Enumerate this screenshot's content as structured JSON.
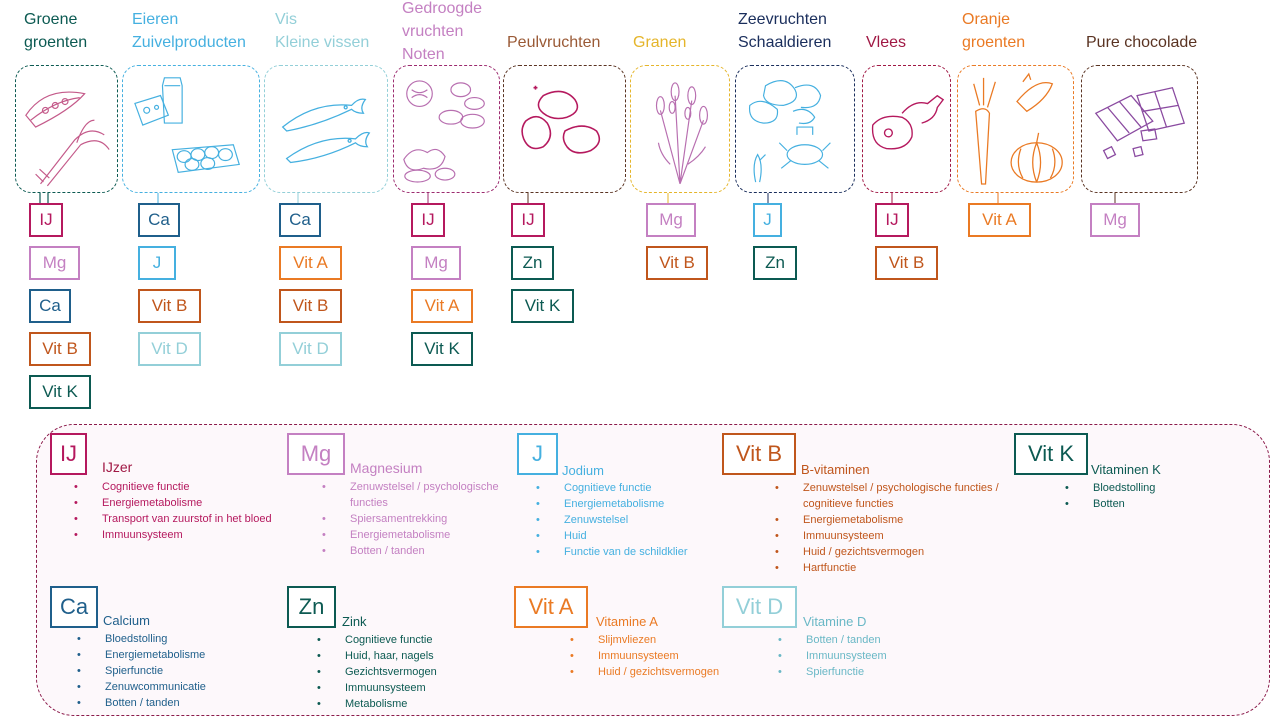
{
  "colors": {
    "IJ": "#b5195e",
    "Mg": "#c480c2",
    "Ca": "#1f5f8b",
    "VitB": "#c0561c",
    "VitK": "#0c5a52",
    "J": "#45b0e0",
    "VitD": "#93cfd8",
    "VitA": "#ea7a24",
    "Zn": "#0c5a52"
  },
  "categories": [
    {
      "id": "groene-groenten",
      "title_lines": [
        "Groene",
        "groenten"
      ],
      "color": "#0c5a52",
      "illustration": "leek-and-pea-pod-sketch",
      "badges": [
        "IJ",
        "Mg",
        "Ca",
        "Vit B",
        "Vit K"
      ]
    },
    {
      "id": "eieren-zuivel",
      "title_lines": [
        "Eieren",
        "Zuivelproducten"
      ],
      "color": "#45b0e0",
      "illustration": "eggs-cheese-milk-sketch",
      "badges": [
        "Ca",
        "J",
        "Vit B",
        "Vit D"
      ]
    },
    {
      "id": "vis",
      "title_lines": [
        "Vis",
        "Kleine vissen"
      ],
      "color": "#93cfd8",
      "illustration": "small-fish-sketch",
      "badges": [
        "Ca",
        "Vit A",
        "Vit B",
        "Vit D"
      ]
    },
    {
      "id": "gedroogde-vruchten",
      "title_lines": [
        "Gedroogde",
        "vruchten",
        "Noten"
      ],
      "color": "#c480c2",
      "illustration": "nuts-sketch",
      "badges": [
        "IJ",
        "Mg",
        "Vit A",
        "Vit K"
      ]
    },
    {
      "id": "peulvruchten",
      "title_lines": [
        "Peulvruchten"
      ],
      "color": "#9a5a36",
      "illustration": "beans-sketch",
      "badges": [
        "IJ",
        "Zn",
        "Vit K"
      ]
    },
    {
      "id": "granen",
      "title_lines": [
        "Granen"
      ],
      "color": "#e5b52a",
      "illustration": "wheat-sketch",
      "badges": [
        "Mg",
        "Vit B"
      ]
    },
    {
      "id": "zeevruchten",
      "title_lines": [
        "Zeevruchten",
        "Schaaldieren"
      ],
      "color": "#1a2e5c",
      "illustration": "oysters-crab-sketch",
      "badges": [
        "J",
        "Zn"
      ]
    },
    {
      "id": "vlees",
      "title_lines": [
        "Vlees"
      ],
      "color": "#a01844",
      "illustration": "meat-sketch",
      "badges": [
        "IJ",
        "Vit B"
      ]
    },
    {
      "id": "oranje-groenten",
      "title_lines": [
        "Oranje",
        "groenten"
      ],
      "color": "#ea7a24",
      "illustration": "carrot-pumpkin-sketch",
      "badges": [
        "Vit A"
      ]
    },
    {
      "id": "pure-chocolade",
      "title_lines": [
        "Pure chocolade"
      ],
      "color": "#5a3322",
      "illustration": "chocolate-sketch",
      "badges": [
        "Mg"
      ]
    }
  ],
  "legend": [
    {
      "code": "IJ",
      "name": "IJzer",
      "items": [
        "Cognitieve functie",
        "Energiemetabolisme",
        "Transport van zuurstof in het bloed",
        "Immuunsysteem"
      ]
    },
    {
      "code": "Mg",
      "name": "Magnesium",
      "items": [
        "Zenuwstelsel / psychologische functies",
        "Spiersamentrekking",
        "Energiemetabolisme",
        "Botten  / tanden"
      ]
    },
    {
      "code": "J",
      "name": "Jodium",
      "items": [
        "Cognitieve functie",
        "Energiemetabolisme",
        "Zenuwstelsel",
        "Huid",
        "Functie van de schildklier"
      ]
    },
    {
      "code": "Vit B",
      "name": "B-vitaminen",
      "items": [
        "Zenuwstelsel / psychologische functies / cognitieve functies",
        "Energiemetabolisme",
        "Immuunsysteem",
        "Huid / gezichtsvermogen",
        "Hartfunctie"
      ]
    },
    {
      "code": "Vit K",
      "name": "Vitaminen K",
      "items": [
        "Bloedstolling",
        "Botten"
      ]
    },
    {
      "code": "Ca",
      "name": "Calcium",
      "items": [
        "Bloedstolling",
        "Energiemetabolisme",
        "Spierfunctie",
        "Zenuwcommunicatie",
        "Botten  / tanden"
      ]
    },
    {
      "code": "Zn",
      "name": "Zink",
      "items": [
        "Cognitieve functie",
        "Huid, haar, nagels",
        "Gezichtsvermogen",
        "Immuunsysteem",
        "Metabolisme"
      ]
    },
    {
      "code": "Vit A",
      "name": "Vitamine A",
      "items": [
        "Slijmvliezen",
        "Immuunsysteem",
        "Huid / gezichtsvermogen"
      ]
    },
    {
      "code": "Vit D",
      "name": "Vitamine D",
      "items": [
        "Botten  / tanden",
        "Immuunsysteem",
        "Spierfunctie"
      ]
    }
  ]
}
